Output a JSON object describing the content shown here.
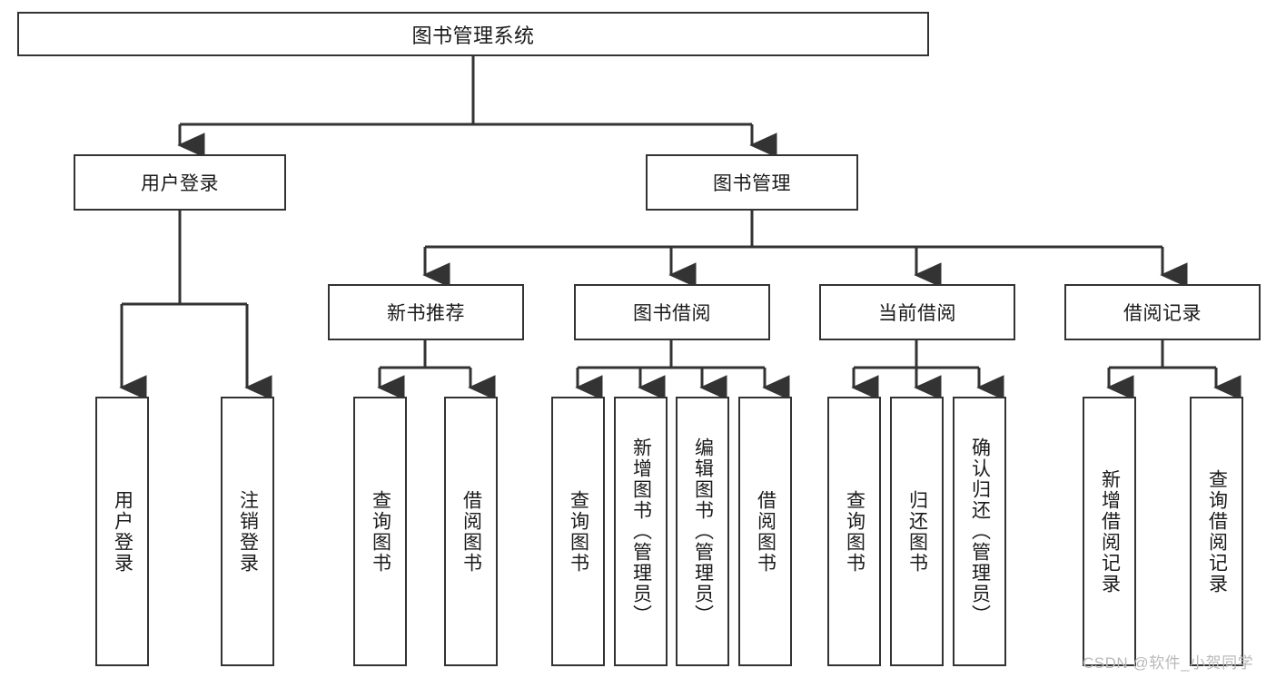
{
  "diagram": {
    "title": "图书管理系统",
    "type": "tree-hierarchy-chart",
    "colors": {
      "box_border": "#333333",
      "box_fill": "#ffffff",
      "connector": "#333333",
      "text": "#1a1a1a",
      "background": "#ffffff",
      "watermark": "#b9b9b9"
    },
    "root": {
      "label": "图书管理系统"
    },
    "level2": [
      {
        "label": "用户登录"
      },
      {
        "label": "图书管理"
      }
    ],
    "level3": [
      {
        "label": "新书推荐"
      },
      {
        "label": "图书借阅"
      },
      {
        "label": "当前借阅"
      },
      {
        "label": "借阅记录"
      }
    ],
    "leaves": {
      "user_login": [
        {
          "label": "用户登录"
        },
        {
          "label": "注销登录"
        }
      ],
      "new_book_recommend": [
        {
          "label": "查询图书"
        },
        {
          "label": "借阅图书"
        }
      ],
      "book_borrow": [
        {
          "label": "查询图书"
        },
        {
          "label": "新增图书（管理员）"
        },
        {
          "label": "编辑图书（管理员）"
        },
        {
          "label": "借阅图书"
        }
      ],
      "current_borrow": [
        {
          "label": "查询图书"
        },
        {
          "label": "归还图书"
        },
        {
          "label": "确认归还（管理员）"
        }
      ],
      "borrow_record": [
        {
          "label": "新增借阅记录"
        },
        {
          "label": "查询借阅记录"
        }
      ]
    },
    "watermark": "CSDN @软件_小贺同学"
  }
}
